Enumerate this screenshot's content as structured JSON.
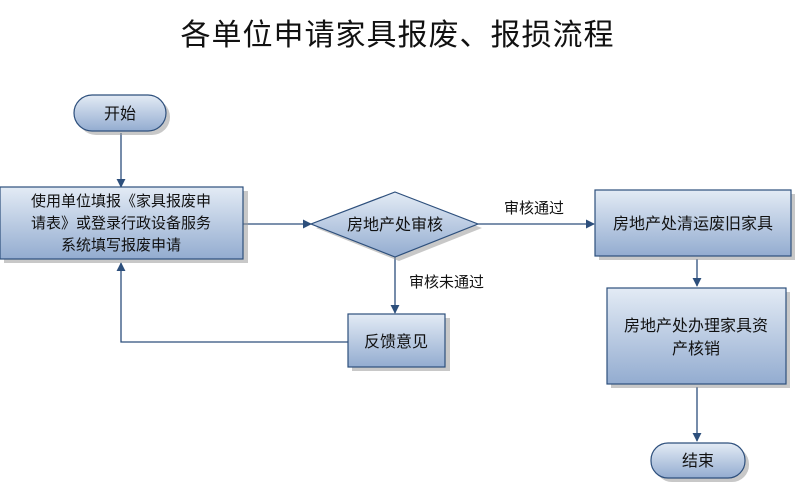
{
  "title": "各单位申请家具报废、报损流程",
  "nodes": {
    "start": "开始",
    "apply_line1": "使用单位填报《家具报废申",
    "apply_line2": "请表》或登录行政设备服务",
    "apply_line3": "系统填写报废申请",
    "review": "房地产处审核",
    "feedback": "反馈意见",
    "clear": "房地产处清运废旧家具",
    "writeoff_line1": "房地产处办理家具资",
    "writeoff_line2": "产核销",
    "end": "结束"
  },
  "edges": {
    "approved": "审核通过",
    "rejected": "审核未通过"
  },
  "colors": {
    "box_fill_top": "#e3ebf5",
    "box_fill_bottom": "#93acd0",
    "box_stroke": "#2d4f7c",
    "arrow": "#2d4f7c",
    "shadow": "#9a9a9a"
  }
}
